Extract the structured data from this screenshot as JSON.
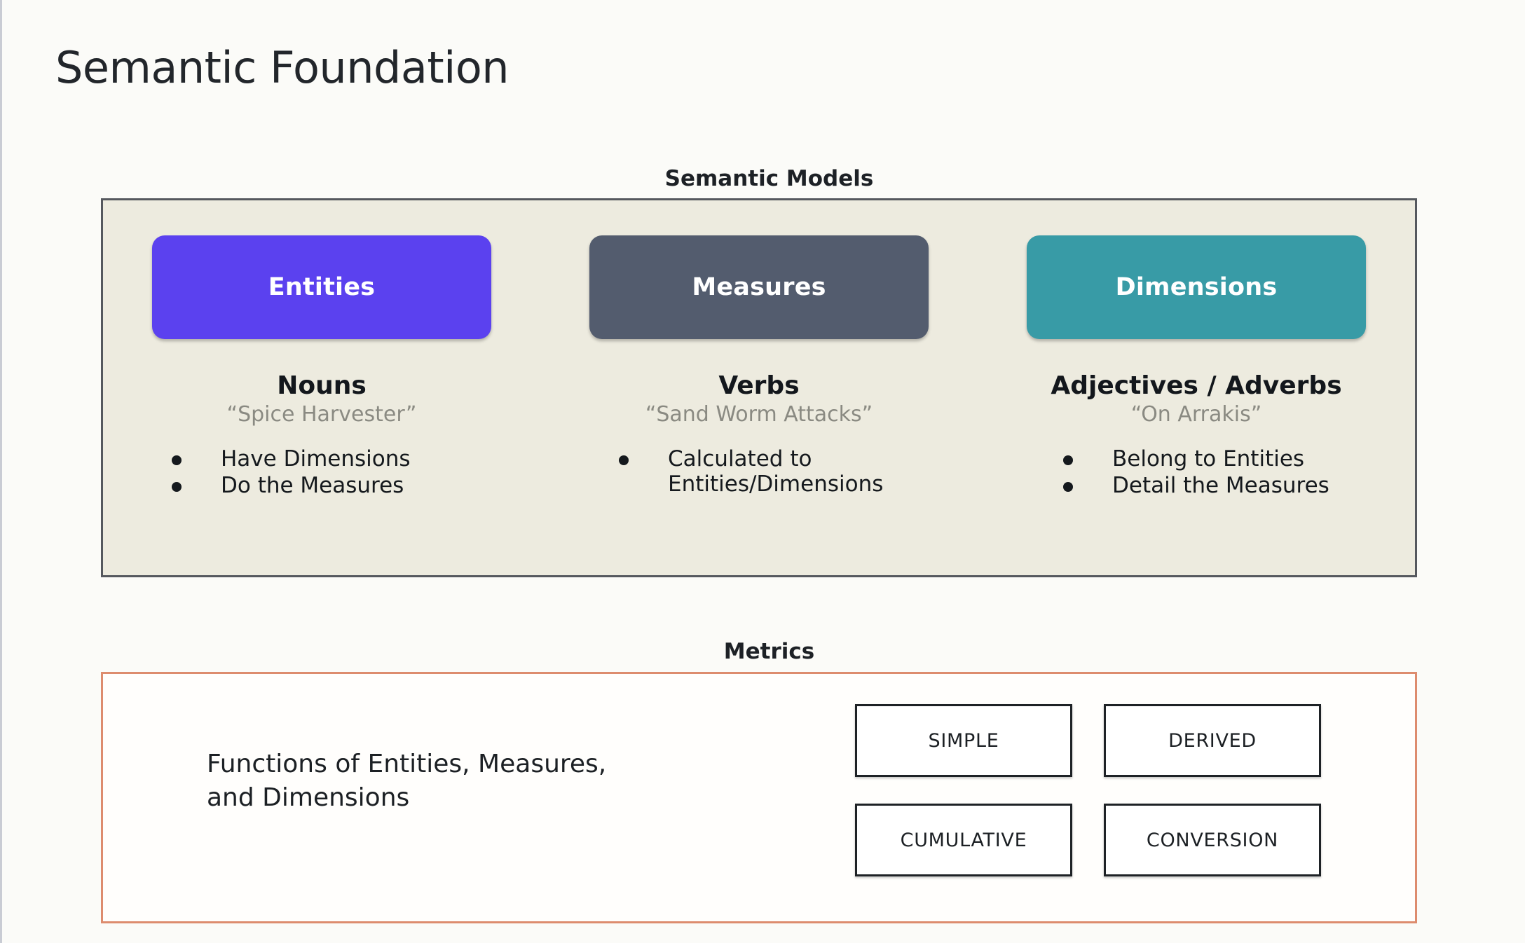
{
  "page_title": "Semantic Foundation",
  "background_color": "#fbfbf8",
  "semantic_models": {
    "caption": "Semantic Models",
    "panel_background": "#edebdf",
    "panel_border_color": "#55585e",
    "columns": [
      {
        "pill_label": "Entities",
        "pill_color": "#5b41ef",
        "part_of_speech": "Nouns",
        "example": "“Spice Harvester”",
        "bullets": [
          "Have Dimensions",
          "Do the Measures"
        ]
      },
      {
        "pill_label": "Measures",
        "pill_color": "#535c6e",
        "part_of_speech": "Verbs",
        "example": "“Sand Worm Attacks”",
        "bullets": [
          "Calculated to\nEntities/Dimensions"
        ]
      },
      {
        "pill_label": "Dimensions",
        "pill_color": "#389ba6",
        "part_of_speech": "Adjectives / Adverbs",
        "example": "“On Arrakis”",
        "bullets": [
          "Belong to Entities",
          "Detail the Measures"
        ]
      }
    ]
  },
  "metrics": {
    "caption": "Metrics",
    "panel_border_color": "#dd8c6e",
    "description": "Functions of Entities, Measures,\nand Dimensions",
    "types": [
      "SIMPLE",
      "DERIVED",
      "CUMULATIVE",
      "CONVERSION"
    ]
  }
}
